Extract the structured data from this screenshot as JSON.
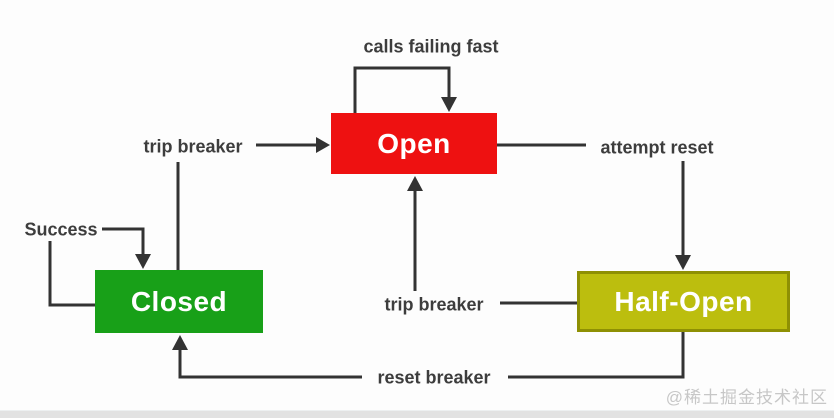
{
  "diagram": {
    "states": [
      {
        "id": "open",
        "label": "Open",
        "fill": "#ee1111",
        "text_color": "#ffffff"
      },
      {
        "id": "closed",
        "label": "Closed",
        "fill": "#18a018",
        "text_color": "#ffffff"
      },
      {
        "id": "half-open",
        "label": "Half-Open",
        "fill": "#bcbe0e",
        "border_color": "#8e9004",
        "text_color": "#ffffff"
      }
    ],
    "transitions": [
      {
        "from": "open",
        "to": "open",
        "label": "calls failing fast"
      },
      {
        "from": "closed",
        "to": "open",
        "label": "trip breaker"
      },
      {
        "from": "open",
        "to": "half-open",
        "label": "attempt reset"
      },
      {
        "from": "closed",
        "to": "closed",
        "label": "Success"
      },
      {
        "from": "half-open",
        "to": "open",
        "label": "trip breaker"
      },
      {
        "from": "half-open",
        "to": "closed",
        "label": "reset breaker"
      }
    ],
    "line_color": "#333333",
    "label_color": "#3d3d3d"
  },
  "watermark": {
    "text": "@稀土掘金技术社区",
    "color": "#c7c7c7"
  },
  "background": "#fdfdfd"
}
